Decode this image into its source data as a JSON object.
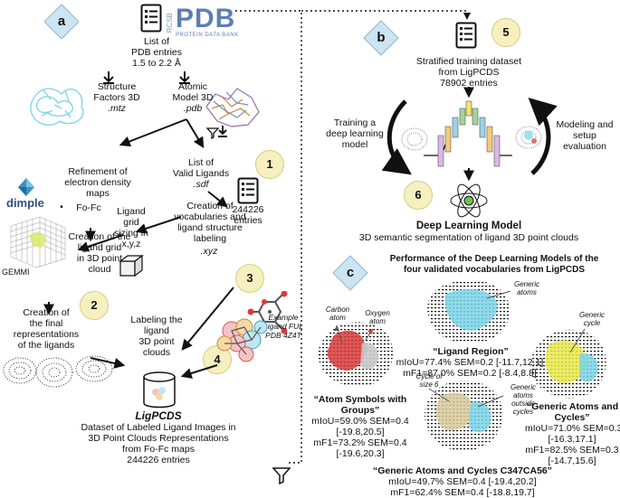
{
  "panel_a": {
    "label": "a",
    "pdb_logo_prefix": "RCSB",
    "pdb_logo_main": "PDB",
    "pdb_logo_sub": "PROTEIN DATA BANK",
    "entries_title": "List of\nPDB entries\n1.5 to 2.2 Å",
    "structure_factors": "Structure\nFactors 3D",
    "mtz": ".mtz",
    "atomic_model": "Atomic\nModel 3D",
    "pdb_ext": ".pdb",
    "refinement": "Refinement of\nelectron density\nmaps",
    "fofc": "Fo-Fc",
    "dimple": "dimple",
    "valid_ligands": "List of\nValid Ligands",
    "sdf": ".sdf",
    "ligand_count": "244226\nentries",
    "grid_sizing": "Ligand\ngrid\nsizing in\nx,y,z",
    "vocab_creation": "Creation of\nvocabularies and\nligand structure\nlabeling",
    "xyz": ".xyz",
    "grid_creation": "Creation of the\nligand grid\nin 3D point\ncloud",
    "gemmi": "GEMMI",
    "example_ligand": "Example\nLigand FUL\nPDB 4Z4T",
    "final_repr": "Creation of\nthe final\nrepresentations\nof the ligands",
    "labeling": "Labeling the\nligand\n3D point\nclouds",
    "ligpcds": "LigPCDS",
    "dataset_desc": "Dataset of Labeled Ligand Images in\n3D Point Clouds Representations\nfrom Fo-Fc maps",
    "dataset_entries": "244226 entries",
    "steps": [
      "1",
      "2",
      "3",
      "4"
    ]
  },
  "panel_b": {
    "label": "b",
    "stratified": "Stratified training dataset\nfrom LigPCDS",
    "stratified_entries": "78902 entries",
    "training": "Training a\ndeep learning\nmodel",
    "modeling": "Modeling and\nsetup\nevaluation",
    "dl_model": "Deep Learning Model",
    "segmentation": "3D semantic segmentation of ligand 3D point clouds",
    "steps": [
      "5",
      "6"
    ]
  },
  "panel_c": {
    "label": "c",
    "title": "Performance of the Deep Learning Models of the\nfour validated vocabularies from LigPCDS",
    "carbon_atom": "Carbon\natom",
    "oxygen_atom": "Oxygen\natom",
    "generic_atoms": "Generic\natoms",
    "generic_cycle": "Generic\ncycle",
    "cycle_size6": "Cycle of\nsize 6",
    "generic_outside": "Generic\natoms\noutside\ncycles",
    "ligand_region": "“Ligand Region”",
    "ligand_region_miou": "mIoU=77.4% SEM=0.2 [-11.7,12.1]",
    "ligand_region_mf1": "mF1=87.0% SEM=0.2 [-8.4,8.8]",
    "atom_symbols": "“Atom Symbols with\nGroups”",
    "atom_symbols_miou": "mIoU=59.0% SEM=0.4\n[-19.8,20.5]",
    "atom_symbols_mf1": "mF1=73.2% SEM=0.4\n[-19.6,20.3]",
    "generic_cycles": "“Generic Atoms and\nCycles”",
    "generic_cycles_miou": "mIoU=71.0% SEM=0.3\n[-16.3,17.1]",
    "generic_cycles_mf1": "mF1=82.5% SEM=0.3\n[-14.7,15.6]",
    "c347": "“Generic Atoms and Cycles C347CA56”",
    "c347_miou": "mIoU=49.7% SEM=0.4 [-19.4,20.2]",
    "c347_mf1": "mF1=62.4% SEM=0.4 [-18.8,19.7]"
  },
  "colors": {
    "diamond": "#cde4f3",
    "step_circle": "#f6efbf",
    "cyan_points": "#79d4e6",
    "red_points": "#d83a3a",
    "yellow_points": "#e9e84a"
  }
}
